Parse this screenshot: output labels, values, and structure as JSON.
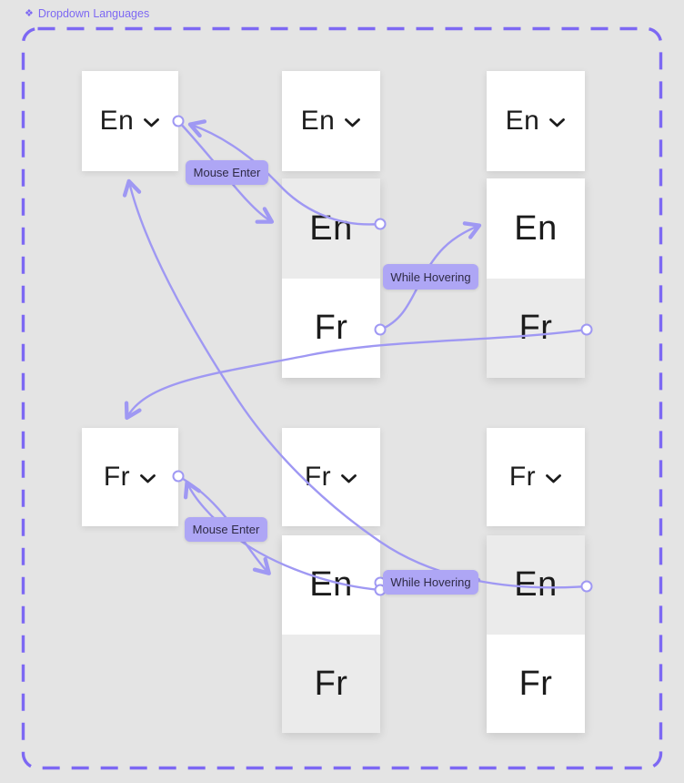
{
  "frame": {
    "icon_glyph": "❖",
    "title": "Dropdown Languages"
  },
  "colors": {
    "canvas_bg": "#e4e4e4",
    "frame_accent": "#7d68f3",
    "noodle": "#9f98f3",
    "chip_bg": "#aea6f5",
    "box_bg": "#ffffff",
    "item_highlight": "#ebebeb",
    "text": "#1b1b1b"
  },
  "buttons": {
    "top_left": "En",
    "top_middle": "En",
    "top_right": "En",
    "bottom_left": "Fr",
    "bottom_middle": "Fr",
    "bottom_right": "Fr"
  },
  "dropdowns": {
    "top_middle": {
      "items": [
        {
          "label": "En",
          "highlighted": true
        },
        {
          "label": "Fr",
          "highlighted": false
        }
      ]
    },
    "top_right": {
      "items": [
        {
          "label": "En",
          "highlighted": false
        },
        {
          "label": "Fr",
          "highlighted": true
        }
      ]
    },
    "bottom_middle": {
      "items": [
        {
          "label": "En",
          "highlighted": false
        },
        {
          "label": "Fr",
          "highlighted": true
        }
      ]
    },
    "bottom_right": {
      "items": [
        {
          "label": "En",
          "highlighted": true
        },
        {
          "label": "Fr",
          "highlighted": false
        }
      ]
    }
  },
  "connections": {
    "mouse_enter_top": "Mouse Enter",
    "while_hovering_top": "While Hovering",
    "mouse_enter_bottom": "Mouse Enter",
    "while_hovering_bottom": "While Hovering"
  }
}
